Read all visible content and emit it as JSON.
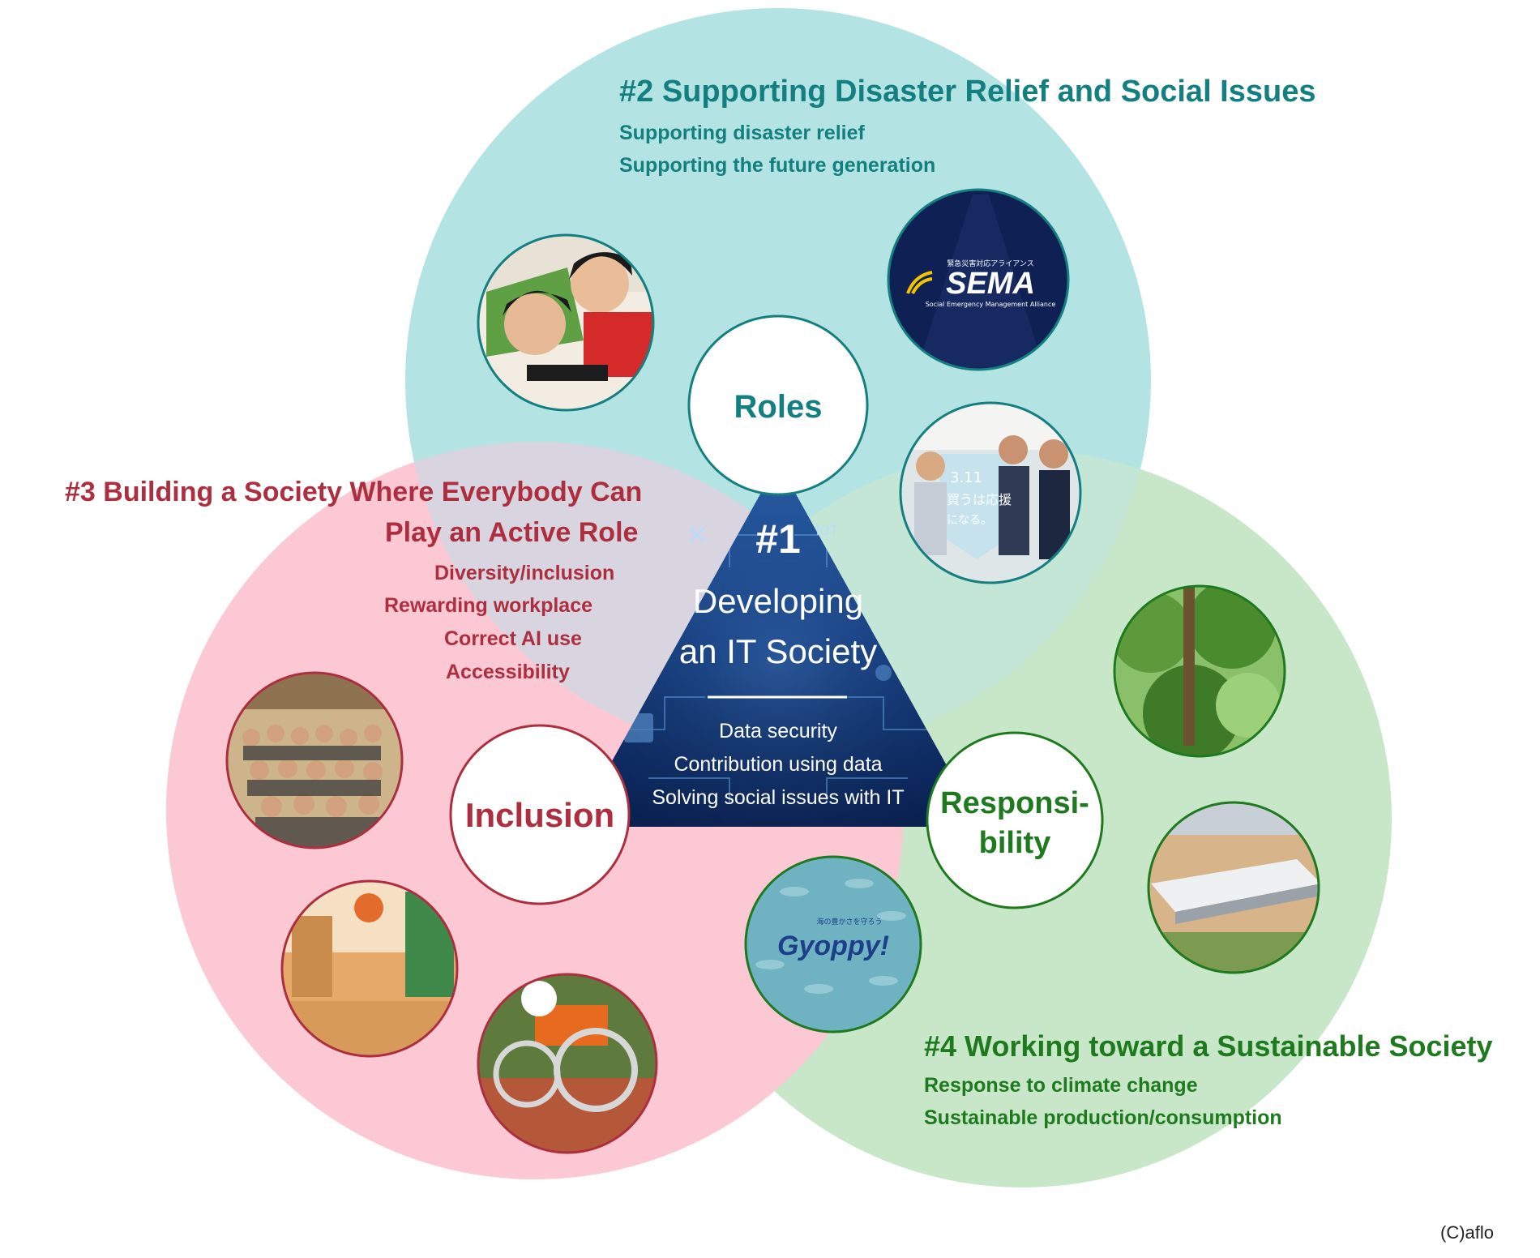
{
  "core": {
    "label": "Roles",
    "number": "#1",
    "title_line1": "Developing",
    "title_line2": "an IT Society",
    "items": [
      "Data security",
      "Contribution using data",
      "Solving social issues with IT"
    ]
  },
  "theme2": {
    "title": "#2 Supporting Disaster Relief and Social Issues",
    "items": [
      "Supporting disaster relief",
      "Supporting the future generation"
    ]
  },
  "theme3": {
    "title_line1": "#3 Building a Society Where Everybody Can",
    "title_line2": "Play an Active Role",
    "items": [
      "Diversity/inclusion",
      "Rewarding workplace",
      "Correct AI use",
      "Accessibility"
    ],
    "badge": "Inclusion"
  },
  "theme4": {
    "title": "#4 Working toward a Sustainable Society",
    "items": [
      "Response to climate change",
      "Sustainable production/consumption"
    ],
    "badge_line1": "Responsi-",
    "badge_line2": "bility"
  },
  "logos": {
    "sema_small": "緊急災害対応アライアンス",
    "sema": "SEMA",
    "sema_sub": "Social Emergency Management Alliance",
    "gyoppy": "Gyoppy!",
    "gyoppy_sub": "海の豊かさを守ろう",
    "sign_line1": "3.11",
    "sign_line2": "買うは応援",
    "sign_line3": "になる。"
  },
  "credit": "(C)aflo",
  "colors": {
    "teal_circle": "#b3e4e3",
    "pink_circle": "#fbc8d3",
    "green_circle": "#c8e6c8",
    "teal_text": "#147f80",
    "red_text": "#ad2f3f",
    "green_text": "#1f7a1f",
    "triangle_blue": "#0c2a5e"
  }
}
